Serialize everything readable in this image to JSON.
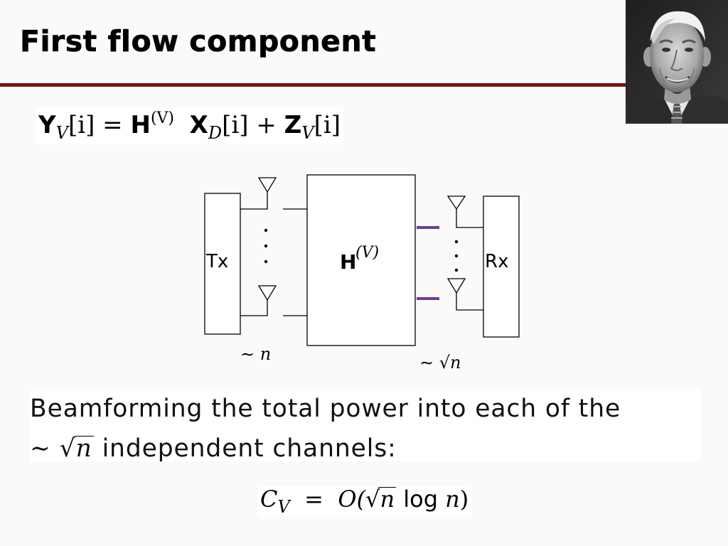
{
  "slide": {
    "title": "First flow component"
  },
  "equation_top": {
    "Y": "Y",
    "Y_sub": "V",
    "idx1": "[i]",
    "eq": " = ",
    "H": "H",
    "H_sup": "(V)",
    "X": "X",
    "X_sub": "D",
    "idx2": "[i]",
    "plus": " + ",
    "Z": "Z",
    "Z_sub": "V",
    "idx3": "[i]"
  },
  "diagram": {
    "tx_label": "Tx",
    "rx_label": "Rx",
    "channel_label": "H",
    "channel_sup": "(V)",
    "tx_count_label": "∼ n",
    "rx_count_label": "∼ √n",
    "colors": {
      "line": "#000000",
      "rx_antenna_stub": "#6a3a9c"
    }
  },
  "body_text": {
    "line1": "Beamforming the total power into each of the",
    "line2_prefix": "∼ ",
    "line2_sqrt": "n",
    "line2_suffix": " independent channels:"
  },
  "equation_bottom": {
    "C": "C",
    "C_sub": "V",
    "eq": "  =  ",
    "O": "O(",
    "sqrt_arg": "n",
    "log": " log ",
    "n": "n",
    "close": ")"
  },
  "colors": {
    "title_rule": "#7a1010",
    "background": "#fafafa"
  }
}
